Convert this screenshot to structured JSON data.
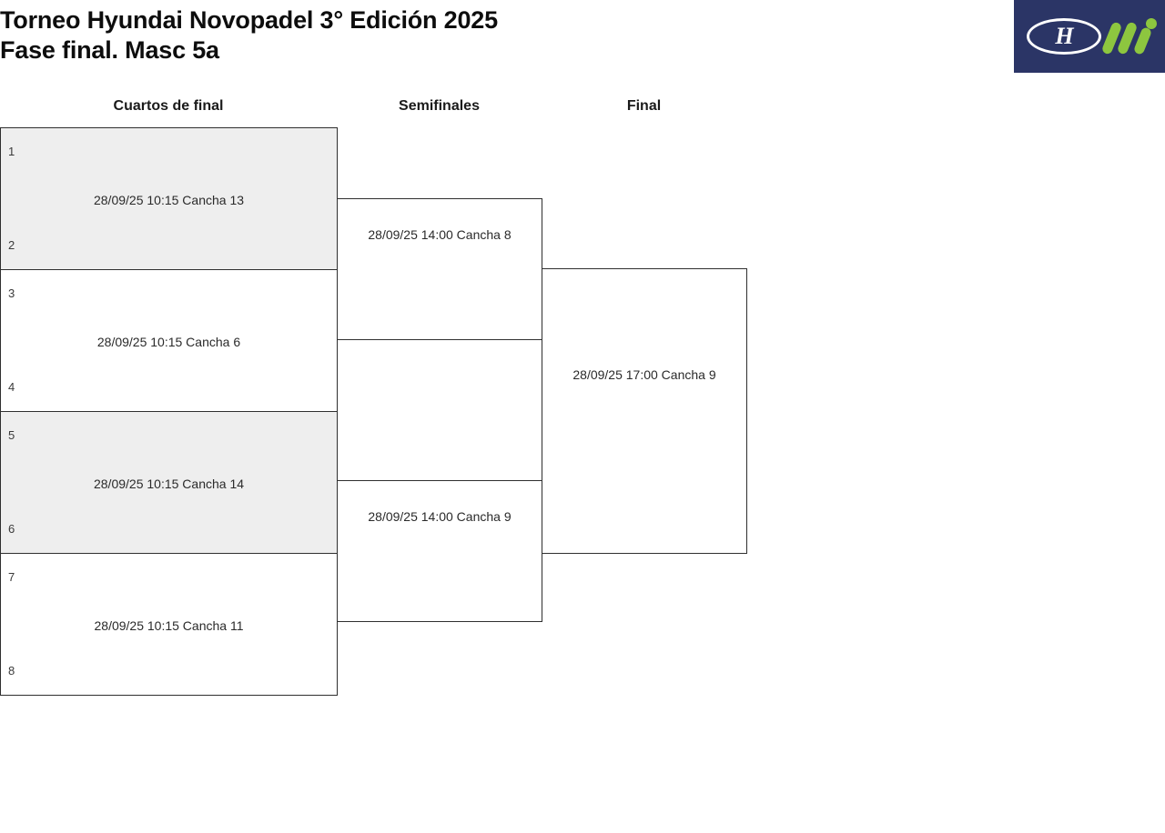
{
  "header": {
    "title_line_1": "Torneo Hyundai Novopadel 3° Edición 2025",
    "title_line_2": "Fase final. Masc 5a",
    "sponsor_logo": {
      "brand_name": "Hyundai",
      "brand_letter": "H",
      "partner_mark": "novopadel-m-mark",
      "background_color": "#2b3566",
      "accent_color": "#8dc63f",
      "mark_color": "#ffffff"
    }
  },
  "bracket": {
    "rounds": [
      {
        "id": "qf",
        "label": "Cuartos de final"
      },
      {
        "id": "sf",
        "label": "Semifinales"
      },
      {
        "id": "f",
        "label": "Final"
      }
    ],
    "quarterfinals": [
      {
        "seed_top": "1",
        "seed_bottom": "2",
        "info": "28/09/25 10:15 Cancha 13",
        "shaded": true
      },
      {
        "seed_top": "3",
        "seed_bottom": "4",
        "info": "28/09/25 10:15 Cancha 6",
        "shaded": false
      },
      {
        "seed_top": "5",
        "seed_bottom": "6",
        "info": "28/09/25 10:15 Cancha 14",
        "shaded": true
      },
      {
        "seed_top": "7",
        "seed_bottom": "8",
        "info": "28/09/25 10:15 Cancha 11",
        "shaded": false
      }
    ],
    "semifinals": [
      {
        "info": "28/09/25 14:00 Cancha 8"
      },
      {
        "info": "28/09/25 14:00 Cancha 9"
      }
    ],
    "final": {
      "info": "28/09/25 17:00 Cancha 9"
    }
  },
  "colors": {
    "shaded_row": "#eeeeee",
    "border": "#2f2f2f",
    "text": "#1a1a1a",
    "page_background": "#ffffff"
  }
}
